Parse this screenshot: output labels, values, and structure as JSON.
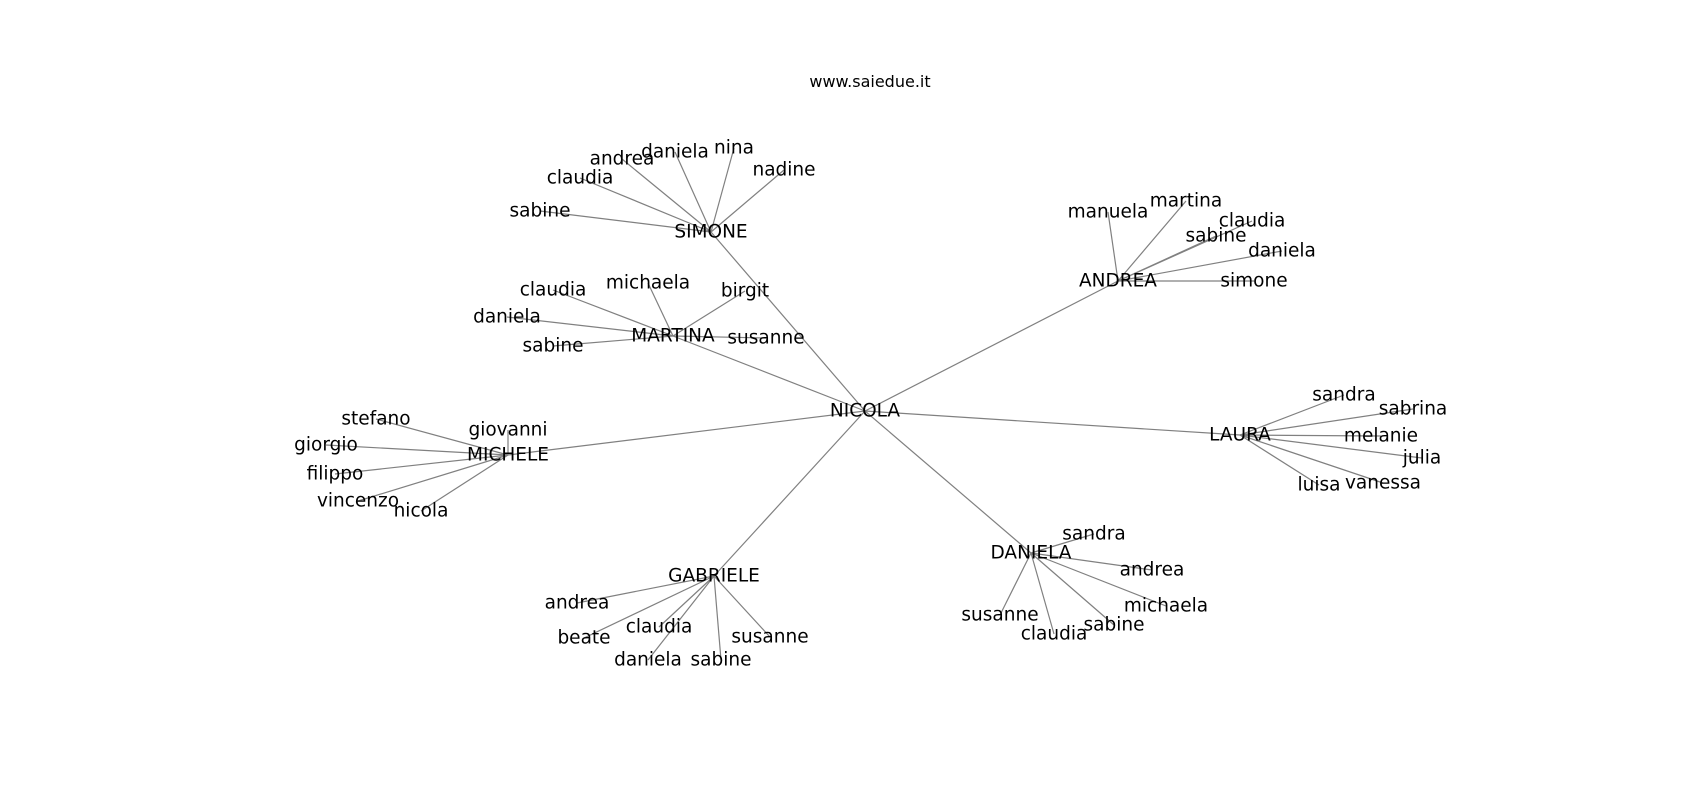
{
  "title": "www.saiedue.it",
  "colors": {
    "edge": "#808080",
    "text": "#000000",
    "background": "#ffffff"
  },
  "graph": {
    "root": "NICOLA",
    "hubs": [
      {
        "name": "SIMONE",
        "children": [
          "andrea",
          "daniela",
          "nina",
          "nadine",
          "claudia",
          "sabine"
        ]
      },
      {
        "name": "MARTINA",
        "children": [
          "claudia",
          "michaela",
          "birgit",
          "daniela",
          "sabine",
          "susanne"
        ]
      },
      {
        "name": "MICHELE",
        "children": [
          "stefano",
          "giovanni",
          "giorgio",
          "filippo",
          "vincenzo",
          "nicola"
        ]
      },
      {
        "name": "GABRIELE",
        "children": [
          "andrea",
          "beate",
          "claudia",
          "daniela",
          "sabine",
          "susanne"
        ]
      },
      {
        "name": "DANIELA",
        "children": [
          "sandra",
          "andrea",
          "michaela",
          "sabine",
          "claudia",
          "susanne"
        ]
      },
      {
        "name": "LAURA",
        "children": [
          "sandra",
          "sabrina",
          "melanie",
          "julia",
          "vanessa",
          "luisa"
        ]
      },
      {
        "name": "ANDREA",
        "children": [
          "manuela",
          "martina",
          "sabine",
          "claudia",
          "daniela",
          "simone"
        ]
      }
    ]
  }
}
